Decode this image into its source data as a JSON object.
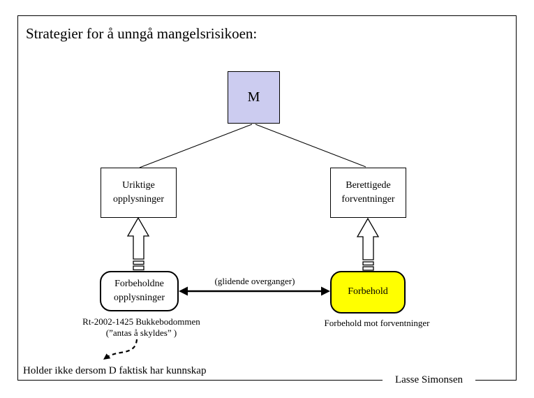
{
  "slide": {
    "title": "Strategier for å unngå mangelsrisikoen:",
    "footer": "Lasse Simonsen"
  },
  "diagram": {
    "root_box": "M",
    "left_top_box": "Uriktige opplysninger",
    "right_top_box": "Berettigede forventninger",
    "left_bottom_box": "Forbeholdne opplysninger",
    "right_bottom_box": "Forbehold",
    "between_label": "(glidende overganger)",
    "left_caption_line1": "Rt-2002-1425 Bukkebodommen",
    "left_caption_line2": "(”antas å skyldes” )",
    "right_caption": "Forbehold mot forventninger",
    "bottom_note": "Holder ikke dersom D faktisk har kunnskap"
  },
  "colors": {
    "root_box_fill": "#ccccf0",
    "highlight_box_fill": "#ffff00",
    "line_color": "#000000",
    "background": "#ffffff"
  }
}
